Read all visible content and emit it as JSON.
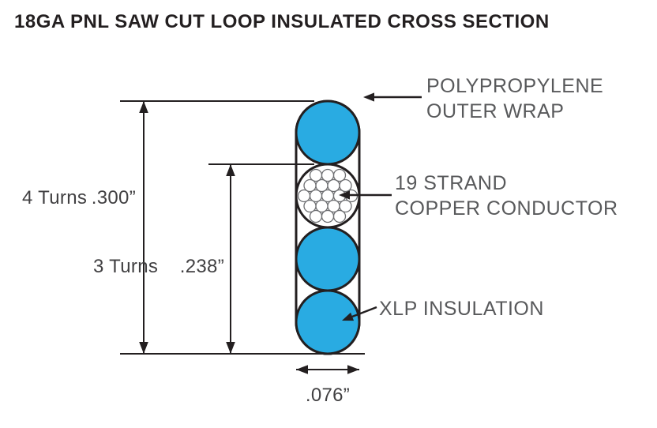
{
  "title": "18GA PNL SAW CUT LOOP INSULATED CROSS SECTION",
  "colors": {
    "insulation_blue": "#29abe2",
    "line_black": "#231f20",
    "label_gray": "#58595b"
  },
  "dimensions": {
    "overall_height": ".300”",
    "overall_height_turns": "4 Turns",
    "inner_height": ".238”",
    "inner_height_turns": "3 Turns",
    "width": ".076”"
  },
  "callouts": {
    "outer_wrap_line1": "POLYPROPYLENE",
    "outer_wrap_line2": "OUTER WRAP",
    "conductor_line1": "19 STRAND",
    "conductor_line2": "COPPER CONDUCTOR",
    "insulation": "XLP INSULATION"
  }
}
